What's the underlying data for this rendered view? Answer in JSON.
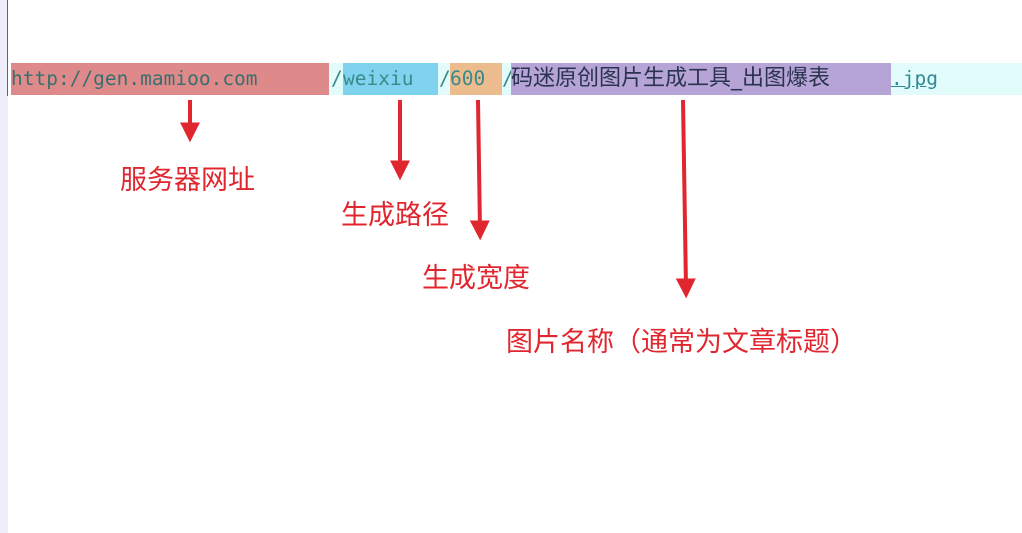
{
  "url": {
    "server": "http://gen.mamioo.com",
    "sep1": "/",
    "path": "weixiu",
    "sep2": "/",
    "width": "600",
    "sep3": "/",
    "name": "码迷原创图片生成工具_出图爆表",
    "ext": ".jpg"
  },
  "labels": {
    "server": "服务器网址",
    "path": "生成路径",
    "width": "生成宽度",
    "name": "图片名称（通常为文章标题）"
  },
  "colors": {
    "server_highlight": "#df8a8a",
    "path_highlight": "#7fd3ee",
    "width_highlight": "#ecbb8e",
    "name_highlight": "#b7a4d6",
    "line_background": "#e2fbfb",
    "arrow": "#e0262e"
  }
}
